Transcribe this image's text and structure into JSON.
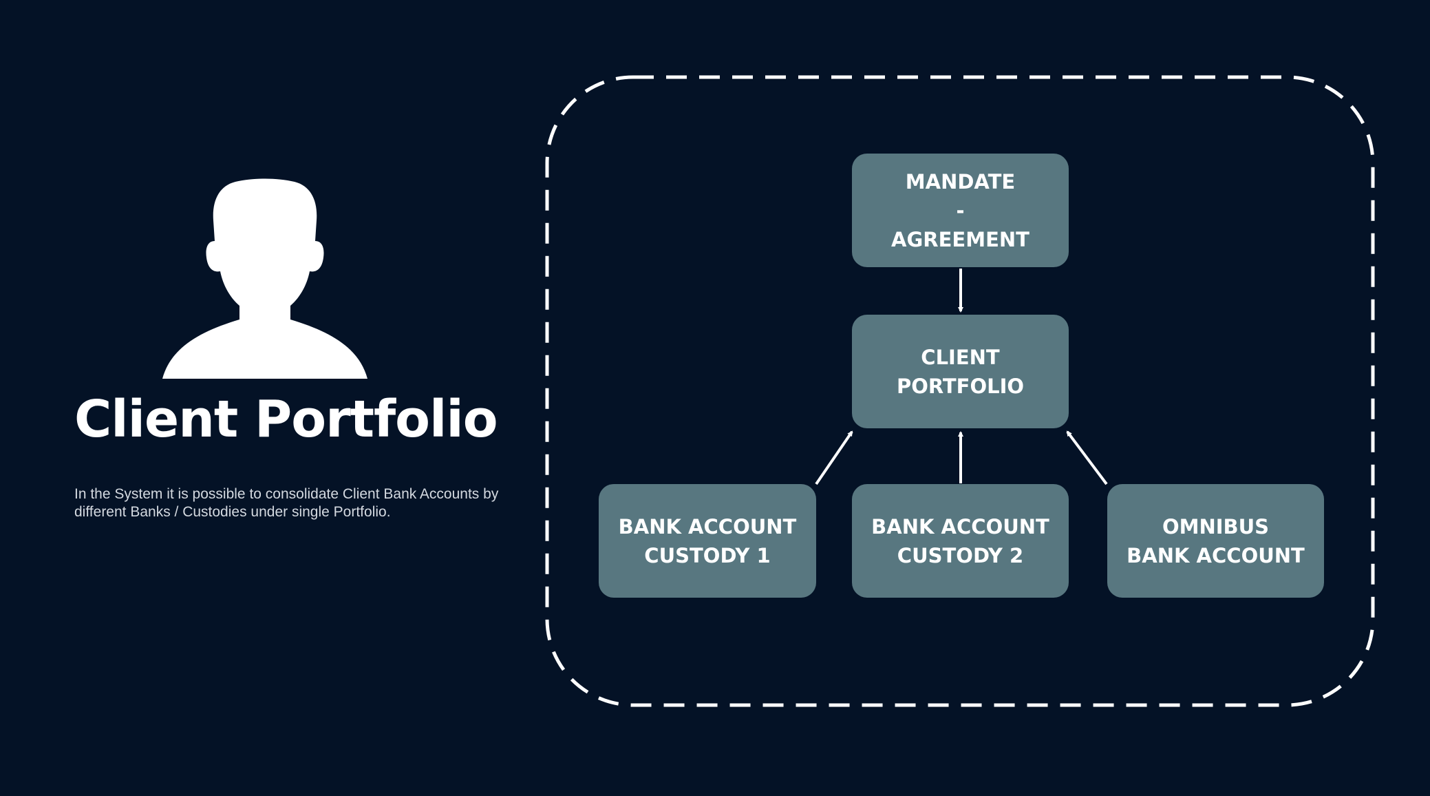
{
  "slide": {
    "title": "Client Portfolio",
    "description": "In the System it is possible to consolidate Client Bank Accounts by different Banks / Custodies under single Portfolio.",
    "avatar_icon": "person-silhouette-icon"
  },
  "diagram": {
    "nodes": {
      "mandate": {
        "lines": [
          "MANDATE",
          "-",
          "AGREEMENT"
        ]
      },
      "client_portfolio": {
        "lines": [
          "CLIENT",
          "PORTFOLIO"
        ]
      },
      "bank_custody_1": {
        "lines": [
          "BANK ACCOUNT",
          "CUSTODY 1"
        ]
      },
      "bank_custody_2": {
        "lines": [
          "BANK ACCOUNT",
          "CUSTODY 2"
        ]
      },
      "omnibus": {
        "lines": [
          "OMNIBUS",
          "BANK ACCOUNT"
        ]
      }
    },
    "edges": [
      {
        "from": "mandate",
        "to": "client_portfolio"
      },
      {
        "from": "bank_custody_1",
        "to": "client_portfolio"
      },
      {
        "from": "bank_custody_2",
        "to": "client_portfolio"
      },
      {
        "from": "omnibus",
        "to": "client_portfolio"
      }
    ]
  },
  "colors": {
    "background": "#041226",
    "node_fill": "#587780",
    "text": "#ffffff",
    "border": "#ffffff"
  }
}
